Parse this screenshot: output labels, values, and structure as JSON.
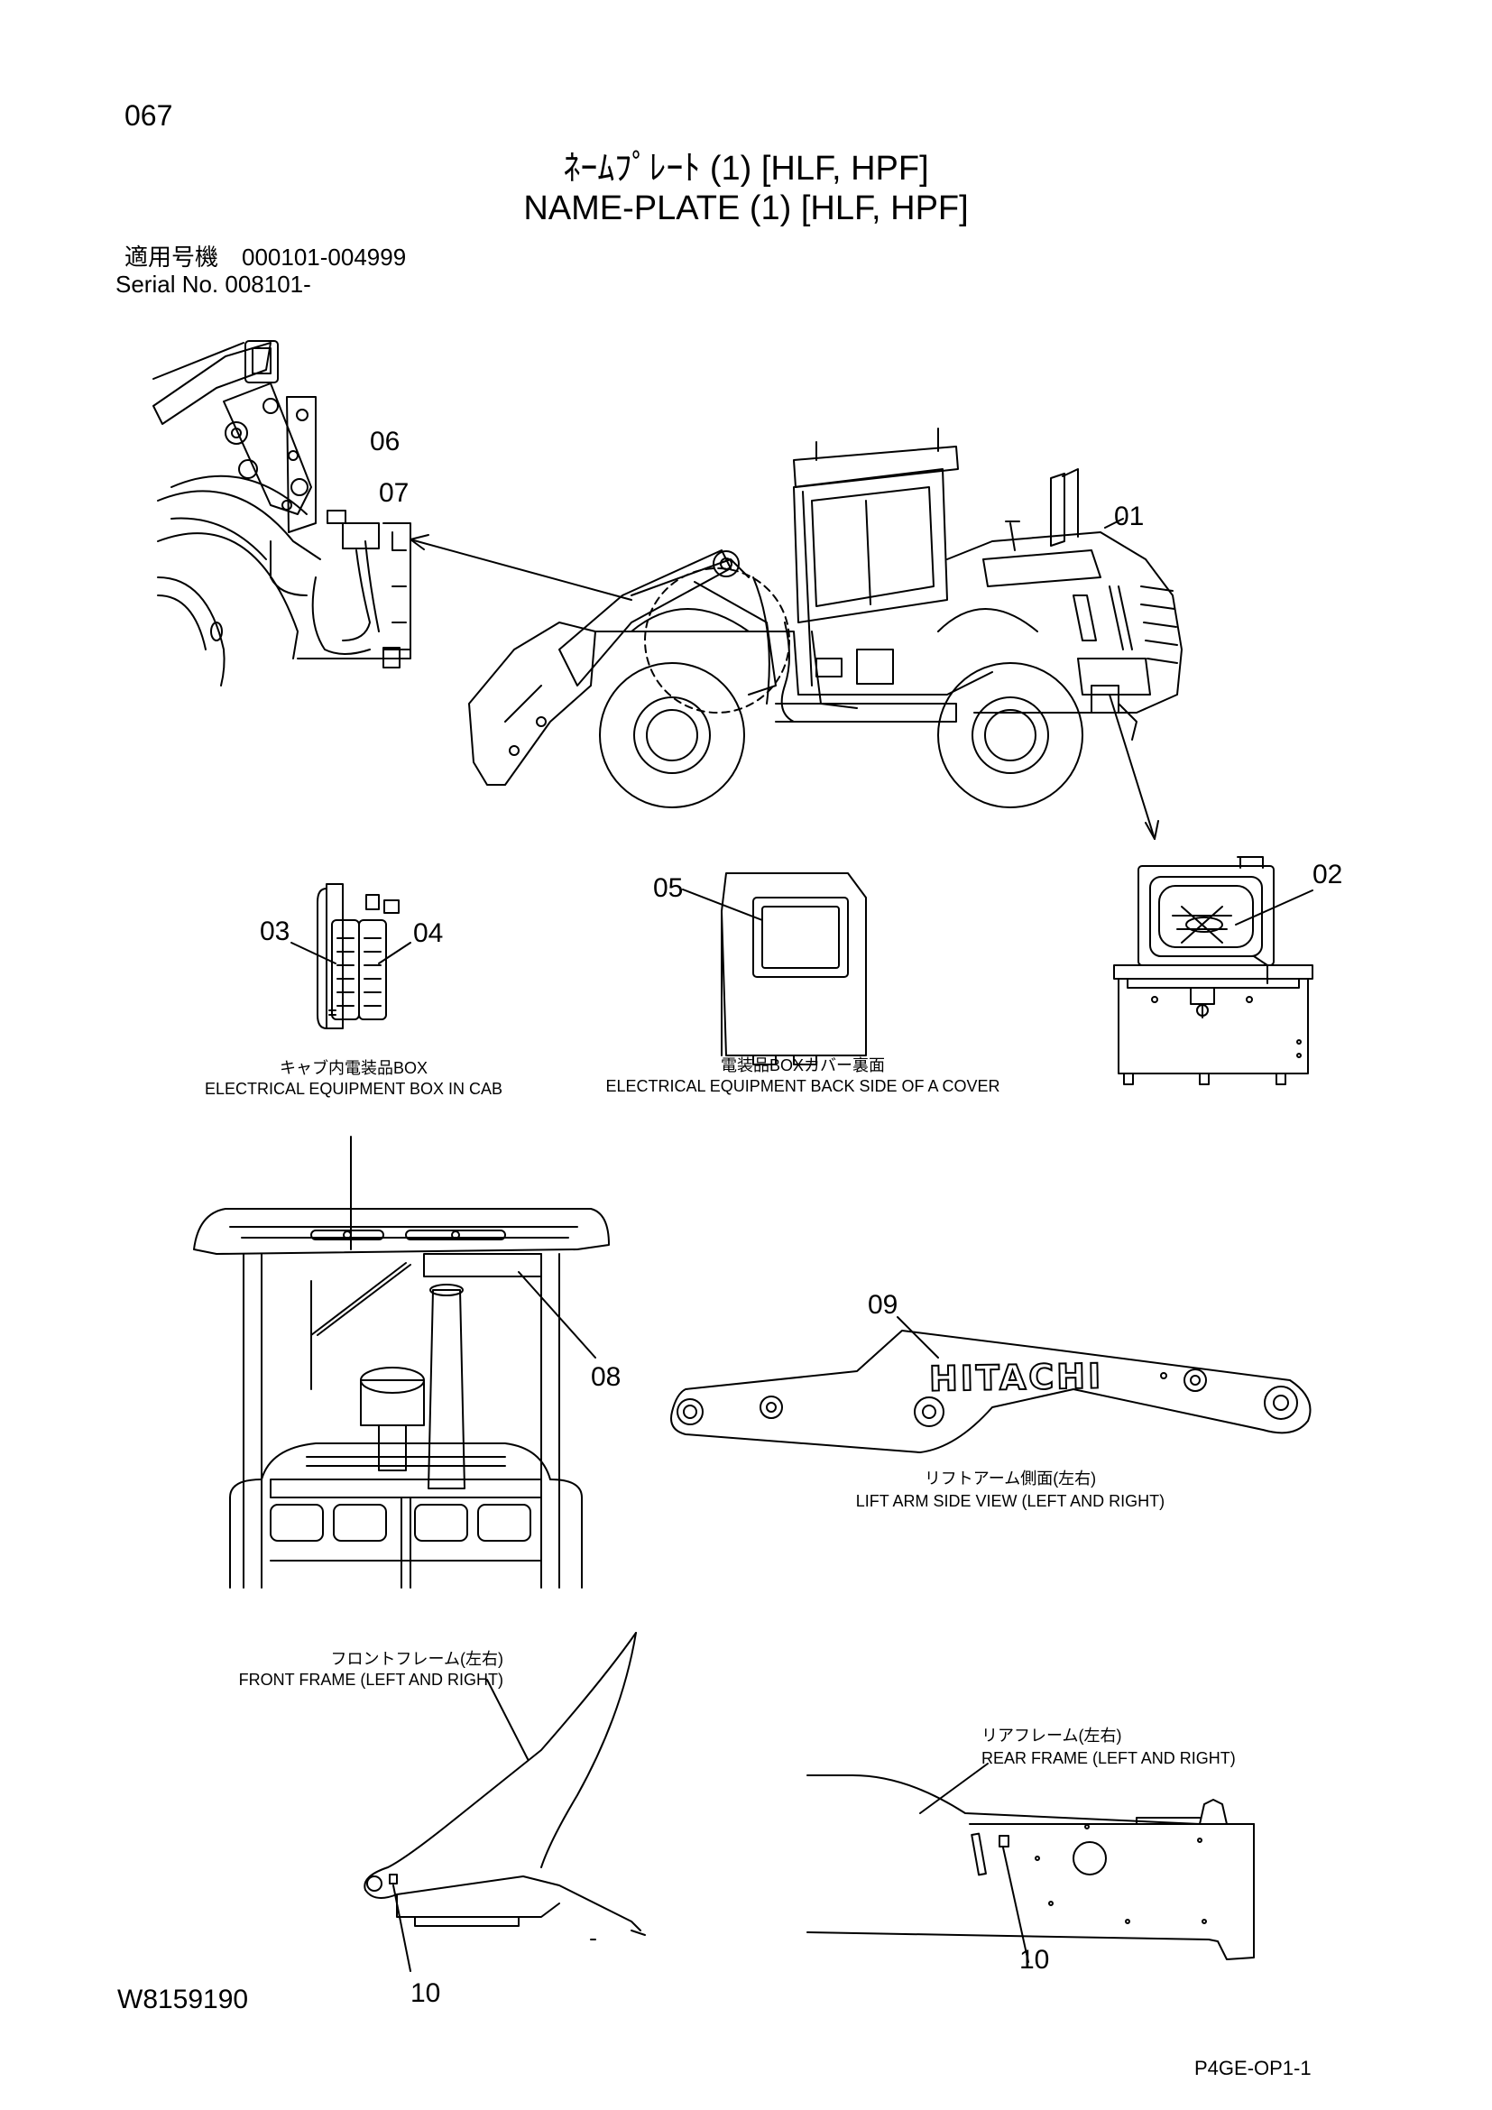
{
  "header": {
    "page_number": "067",
    "title_jp": "ﾈｰﾑﾌﾟﾚｰﾄ (1) [HLF, HPF]",
    "title_en": "NAME-PLATE (1) [HLF, HPF]",
    "serial_jp": "適用号機　000101-004999",
    "serial_en": "Serial  No.  008101-"
  },
  "callouts": {
    "c01": "01",
    "c02": "02",
    "c03": "03",
    "c04": "04",
    "c05": "05",
    "c06": "06",
    "c07": "07",
    "c08": "08",
    "c09": "09",
    "c10a": "10",
    "c10b": "10"
  },
  "captions": {
    "cab_box_jp": "キャブ内電装品BOX",
    "cab_box_en": "ELECTRICAL EQUIPMENT BOX IN CAB",
    "cover_jp": "電装品BOXカバー裏面",
    "cover_en": "ELECTRICAL EQUIPMENT BACK SIDE OF A COVER",
    "lift_arm_jp": "リフトアーム側面(左右)",
    "lift_arm_en": "LIFT ARM SIDE VIEW (LEFT AND RIGHT)",
    "front_frame_jp": "フロントフレーム(左右)",
    "front_frame_en": "FRONT FRAME (LEFT AND RIGHT)",
    "rear_frame_jp": "リアフレーム(左右)",
    "rear_frame_en": "REAR FRAME (LEFT AND RIGHT)"
  },
  "lift_arm_logo": "HITACHI",
  "footer": {
    "drawing_number": "W8159190",
    "sheet_code": "P4GE-OP1-1"
  }
}
